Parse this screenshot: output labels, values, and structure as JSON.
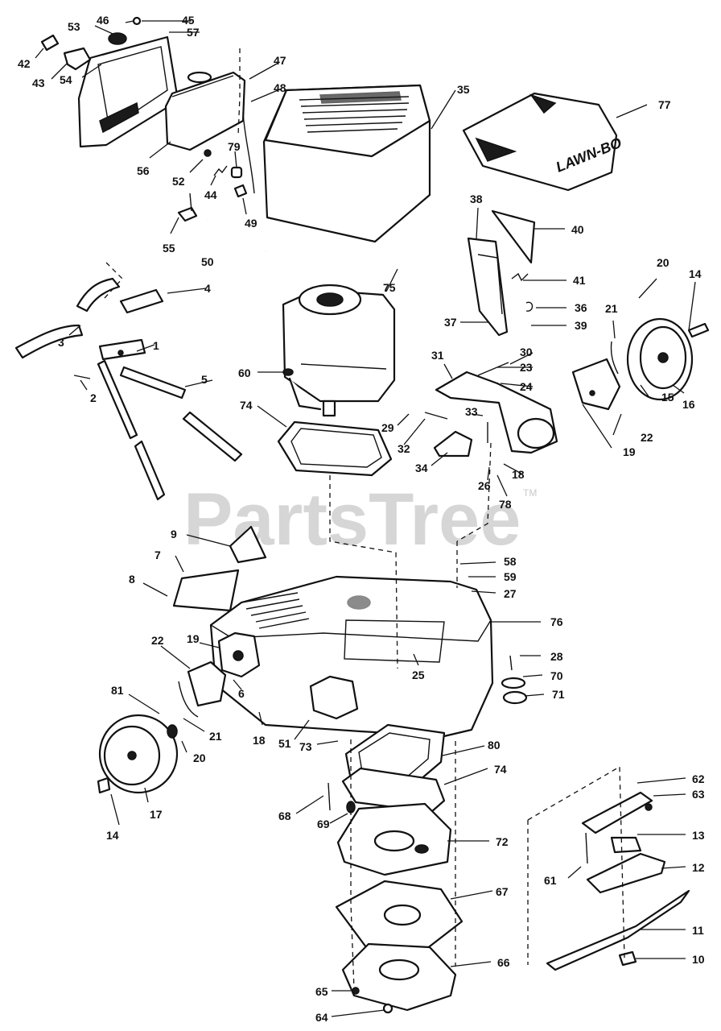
{
  "watermark": {
    "text": "PartsTree",
    "tm": "TM"
  },
  "cover_brand": "LAWN-BO",
  "callouts": [
    {
      "label": "46",
      "name": "callout-46"
    },
    {
      "label": "45",
      "name": "callout-45"
    },
    {
      "label": "53",
      "name": "callout-53"
    },
    {
      "label": "57",
      "name": "callout-57"
    },
    {
      "label": "42",
      "name": "callout-42"
    },
    {
      "label": "43",
      "name": "callout-43"
    },
    {
      "label": "54",
      "name": "callout-54"
    },
    {
      "label": "47",
      "name": "callout-47"
    },
    {
      "label": "48",
      "name": "callout-48"
    },
    {
      "label": "35",
      "name": "callout-35"
    },
    {
      "label": "77",
      "name": "callout-77"
    },
    {
      "label": "56",
      "name": "callout-56"
    },
    {
      "label": "52",
      "name": "callout-52"
    },
    {
      "label": "79",
      "name": "callout-79"
    },
    {
      "label": "44",
      "name": "callout-44"
    },
    {
      "label": "49",
      "name": "callout-49"
    },
    {
      "label": "55",
      "name": "callout-55"
    },
    {
      "label": "50",
      "name": "callout-50"
    },
    {
      "label": "38",
      "name": "callout-38"
    },
    {
      "label": "40",
      "name": "callout-40"
    },
    {
      "label": "4",
      "name": "callout-4"
    },
    {
      "label": "75",
      "name": "callout-75"
    },
    {
      "label": "41",
      "name": "callout-41"
    },
    {
      "label": "20",
      "name": "callout-20-top"
    },
    {
      "label": "14",
      "name": "callout-14-top"
    },
    {
      "label": "3",
      "name": "callout-3"
    },
    {
      "label": "1",
      "name": "callout-1"
    },
    {
      "label": "36",
      "name": "callout-36"
    },
    {
      "label": "37",
      "name": "callout-37"
    },
    {
      "label": "39",
      "name": "callout-39"
    },
    {
      "label": "21",
      "name": "callout-21-top"
    },
    {
      "label": "31",
      "name": "callout-31"
    },
    {
      "label": "30",
      "name": "callout-30"
    },
    {
      "label": "60",
      "name": "callout-60"
    },
    {
      "label": "23",
      "name": "callout-23"
    },
    {
      "label": "2",
      "name": "callout-2"
    },
    {
      "label": "5",
      "name": "callout-5"
    },
    {
      "label": "24",
      "name": "callout-24"
    },
    {
      "label": "16",
      "name": "callout-16"
    },
    {
      "label": "74",
      "name": "callout-74-top"
    },
    {
      "label": "15",
      "name": "callout-15"
    },
    {
      "label": "29",
      "name": "callout-29"
    },
    {
      "label": "33",
      "name": "callout-33"
    },
    {
      "label": "22",
      "name": "callout-22-top"
    },
    {
      "label": "19",
      "name": "callout-19-top"
    },
    {
      "label": "32",
      "name": "callout-32"
    },
    {
      "label": "34",
      "name": "callout-34"
    },
    {
      "label": "18",
      "name": "callout-18-top"
    },
    {
      "label": "26",
      "name": "callout-26"
    },
    {
      "label": "78",
      "name": "callout-78"
    },
    {
      "label": "9",
      "name": "callout-9"
    },
    {
      "label": "7",
      "name": "callout-7"
    },
    {
      "label": "58",
      "name": "callout-58"
    },
    {
      "label": "59",
      "name": "callout-59"
    },
    {
      "label": "8",
      "name": "callout-8"
    },
    {
      "label": "27",
      "name": "callout-27"
    },
    {
      "label": "76",
      "name": "callout-76"
    },
    {
      "label": "22",
      "name": "callout-22-left"
    },
    {
      "label": "19",
      "name": "callout-19-left"
    },
    {
      "label": "28",
      "name": "callout-28"
    },
    {
      "label": "25",
      "name": "callout-25"
    },
    {
      "label": "70",
      "name": "callout-70"
    },
    {
      "label": "81",
      "name": "callout-81"
    },
    {
      "label": "6",
      "name": "callout-6"
    },
    {
      "label": "71",
      "name": "callout-71"
    },
    {
      "label": "21",
      "name": "callout-21-left"
    },
    {
      "label": "18",
      "name": "callout-18-left"
    },
    {
      "label": "20",
      "name": "callout-20-left"
    },
    {
      "label": "51",
      "name": "callout-51"
    },
    {
      "label": "73",
      "name": "callout-73"
    },
    {
      "label": "80",
      "name": "callout-80"
    },
    {
      "label": "74",
      "name": "callout-74-bottom"
    },
    {
      "label": "17",
      "name": "callout-17"
    },
    {
      "label": "14",
      "name": "callout-14-bottom"
    },
    {
      "label": "68",
      "name": "callout-68"
    },
    {
      "label": "62",
      "name": "callout-62"
    },
    {
      "label": "63",
      "name": "callout-63"
    },
    {
      "label": "69",
      "name": "callout-69"
    },
    {
      "label": "72",
      "name": "callout-72"
    },
    {
      "label": "13",
      "name": "callout-13"
    },
    {
      "label": "61",
      "name": "callout-61"
    },
    {
      "label": "12",
      "name": "callout-12"
    },
    {
      "label": "67",
      "name": "callout-67"
    },
    {
      "label": "11",
      "name": "callout-11"
    },
    {
      "label": "66",
      "name": "callout-66"
    },
    {
      "label": "10",
      "name": "callout-10"
    },
    {
      "label": "65",
      "name": "callout-65"
    },
    {
      "label": "64",
      "name": "callout-64"
    }
  ]
}
